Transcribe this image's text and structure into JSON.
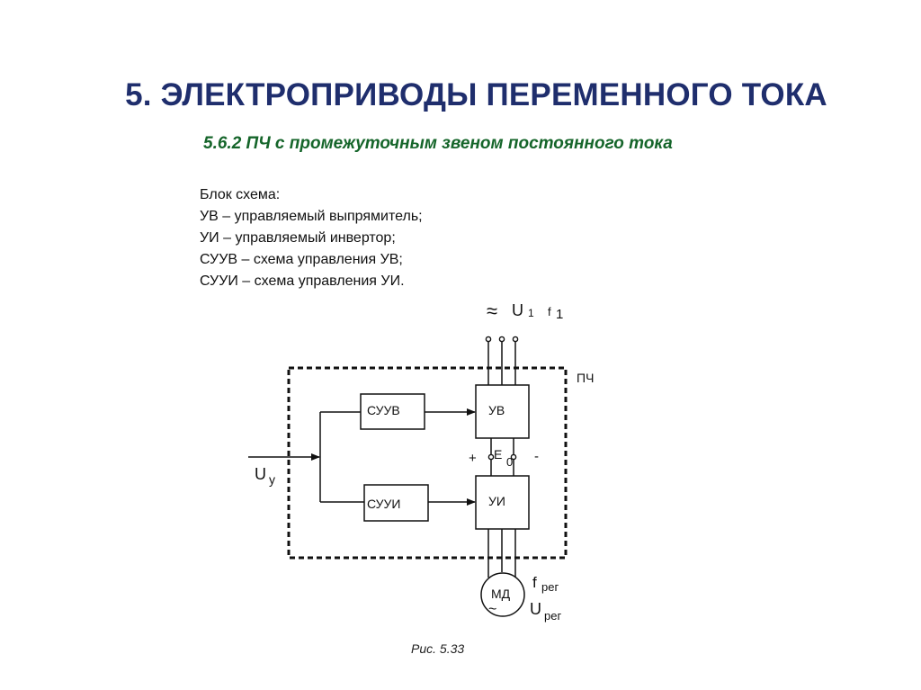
{
  "slide": {
    "title": "5. ЭЛЕКТРОПРИВОДЫ ПЕРЕМЕННОГО ТОКА",
    "subtitle": "5.6.2 ПЧ с промежуточным звеном постоянного тока",
    "legend": [
      "Блок схема:",
      "УВ – управляемый выпрямитель;",
      "УИ – управляемый инвертор;",
      "СУУВ – схема управления УВ;",
      "СУУИ – схема управления УИ."
    ],
    "caption": "Рис. 5.33",
    "colors": {
      "title": "#1f2e6d",
      "subtitle": "#15652a"
    }
  },
  "diagram": {
    "supply": {
      "symbol": "≈",
      "u": "U",
      "u_sub": "1",
      "f": "f",
      "f_sub": "1"
    },
    "frame_label": "ПЧ",
    "blocks": {
      "suuv": "СУУВ",
      "suui": "СУУИ",
      "uv": "УВ",
      "ui": "УИ"
    },
    "dc_link": {
      "plus": "+",
      "minus": "-",
      "e": "E",
      "e_sub": "0"
    },
    "control": {
      "u": "U",
      "u_sub": "у"
    },
    "motor": {
      "label": "МД",
      "symbol": "~"
    },
    "output": {
      "f": "f",
      "f_sub": "рег",
      "u": "U",
      "u_sub": "рег"
    }
  }
}
